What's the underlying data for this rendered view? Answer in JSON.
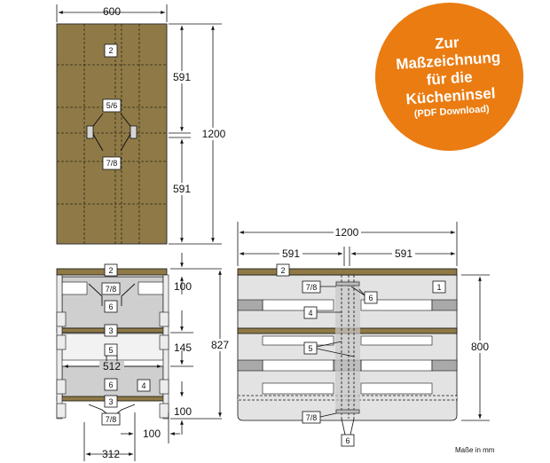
{
  "badge": {
    "lines": [
      "Zur",
      "Maßzeichnung",
      "für die",
      "Kücheninsel"
    ],
    "sub": "(PDF Download)",
    "color": "#ea7c12"
  },
  "dimensions": {
    "top_width": "600",
    "top_half_upper": "591",
    "top_half_lower": "591",
    "top_length": "1200",
    "front_shelf_1": "100",
    "front_shelf_2": "145",
    "front_shelf_3": "100",
    "front_total_height": "827",
    "front_inner_width": "512",
    "front_offset": "100",
    "front_base": "312",
    "side_total": "1200",
    "side_left": "591",
    "side_right": "591",
    "side_height": "800"
  },
  "labels": {
    "plan_top": "2",
    "plan_joint_upper": "5/6",
    "plan_joint_lower": "7/8",
    "front_top": "2",
    "front_78_upper": "7/8",
    "front_6_upper": "6",
    "front_3_upper": "3",
    "front_5": "5",
    "front_6_lower": "6",
    "front_3_lower": "3",
    "front_4": "4",
    "front_78_lower": "7/8",
    "side_top": "2",
    "side_78_upper": "7/8",
    "side_6_upper": "6",
    "side_1": "1",
    "side_4": "4",
    "side_5": "5",
    "side_78_lower": "7/8",
    "side_6_lower": "6"
  },
  "unit_note": "Maße in mm",
  "colors": {
    "board": "#8f7a47",
    "pallet": "#d9d9d9",
    "pallet_dark": "#a0a0a0",
    "line": "#111111"
  }
}
